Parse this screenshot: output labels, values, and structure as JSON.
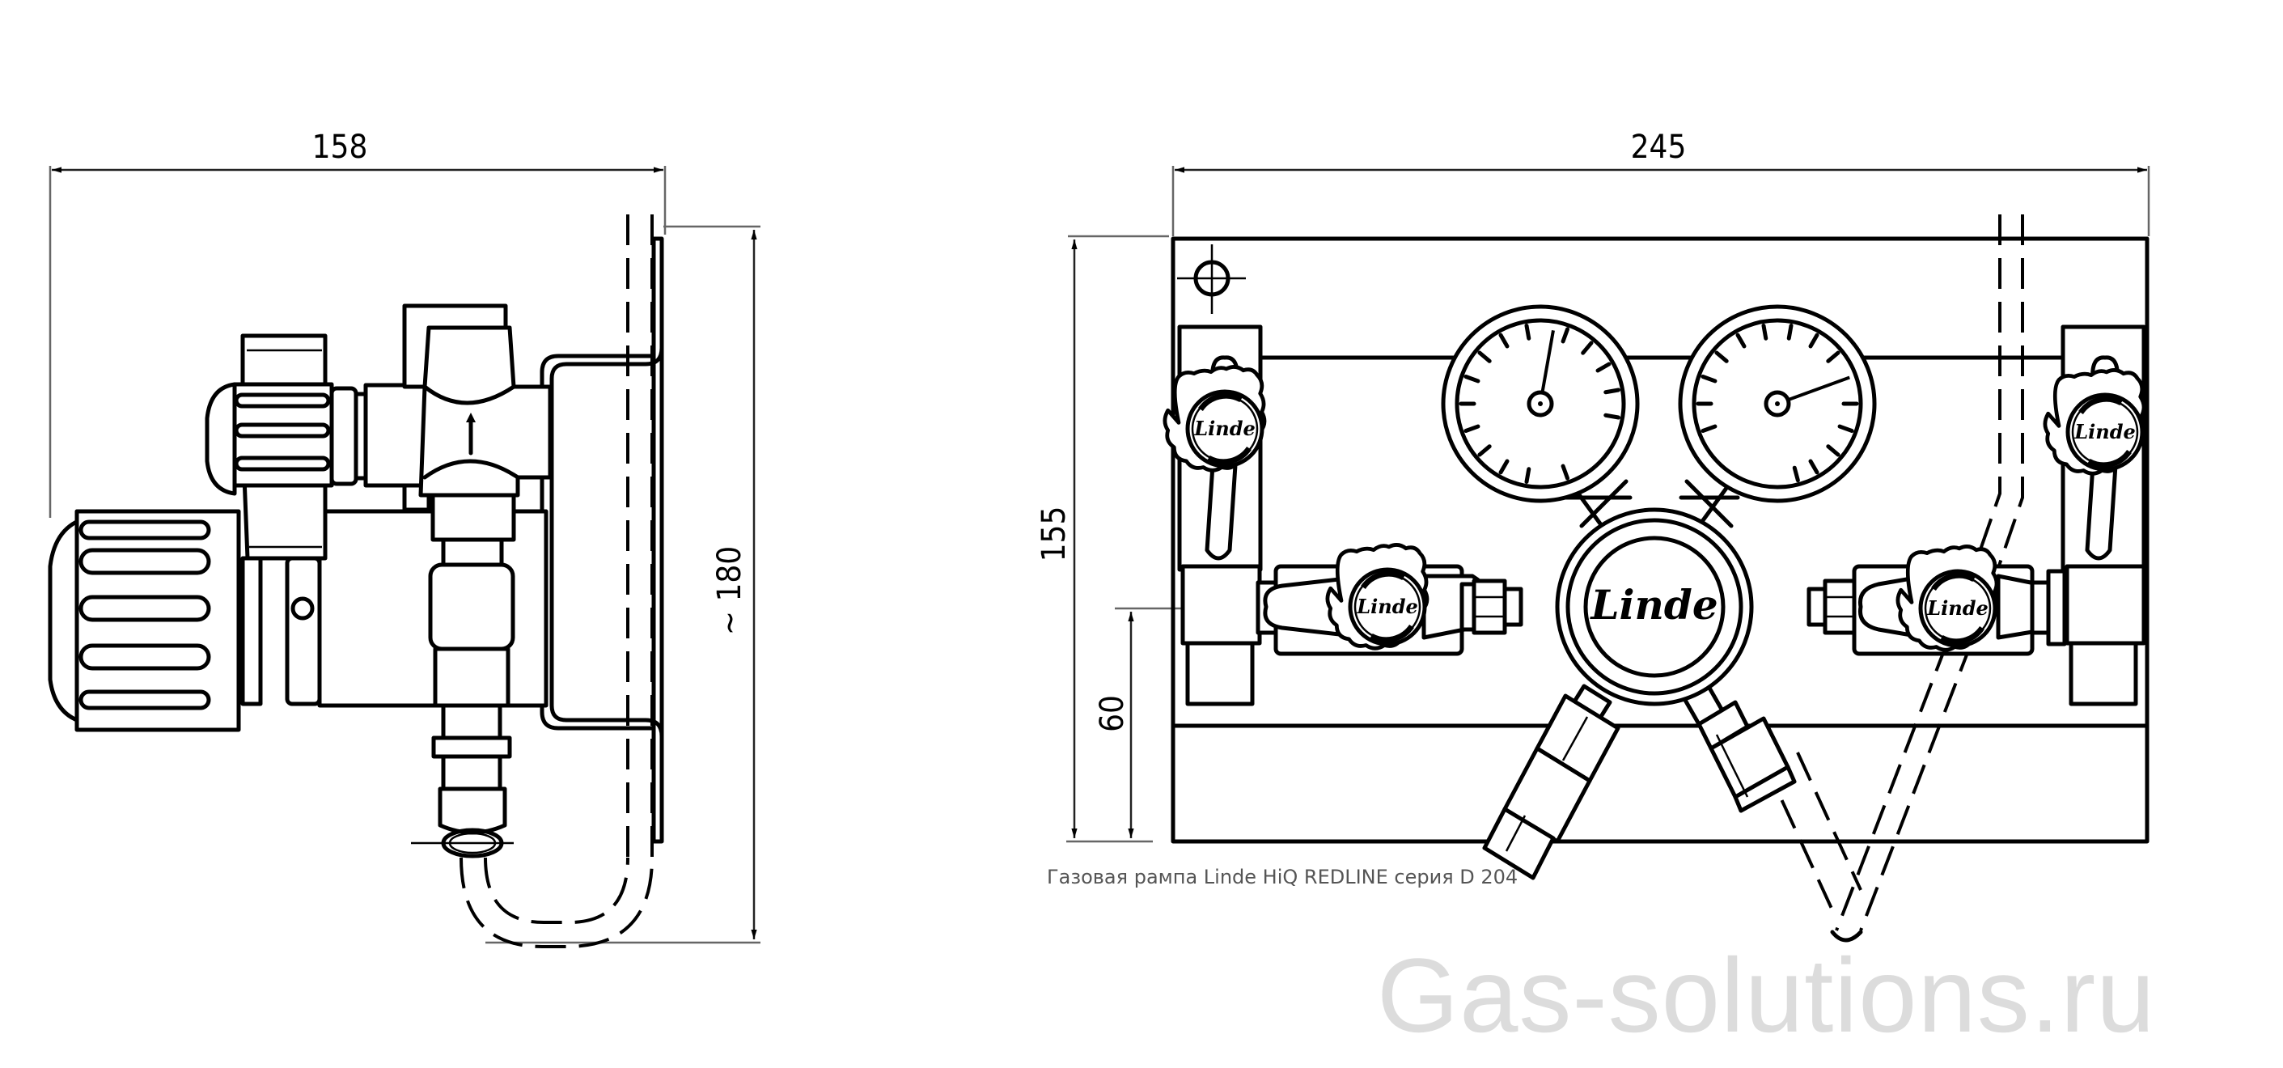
{
  "side_view": {
    "width_dimension": "158",
    "height_dimension": "~ 180"
  },
  "front_view": {
    "width_dimension": "245",
    "height_dimension": "155",
    "outlet_height_dimension": "60",
    "regulator_logo": "Linde",
    "valve_logos": [
      "Linde",
      "Linde",
      "Linde",
      "Linde"
    ],
    "gauges": [
      {
        "name": "left-pressure-gauge",
        "needle_angle_deg": 10
      },
      {
        "name": "right-pressure-gauge",
        "needle_angle_deg": 70
      }
    ]
  },
  "caption": "Газовая рампа Linde HiQ REDLINE серия D 204",
  "watermark": "Gas-solutions.ru",
  "colors": {
    "line": "#000000",
    "dimension_line": "#666666",
    "caption": "#555555",
    "watermark": "#dcdcdc"
  }
}
